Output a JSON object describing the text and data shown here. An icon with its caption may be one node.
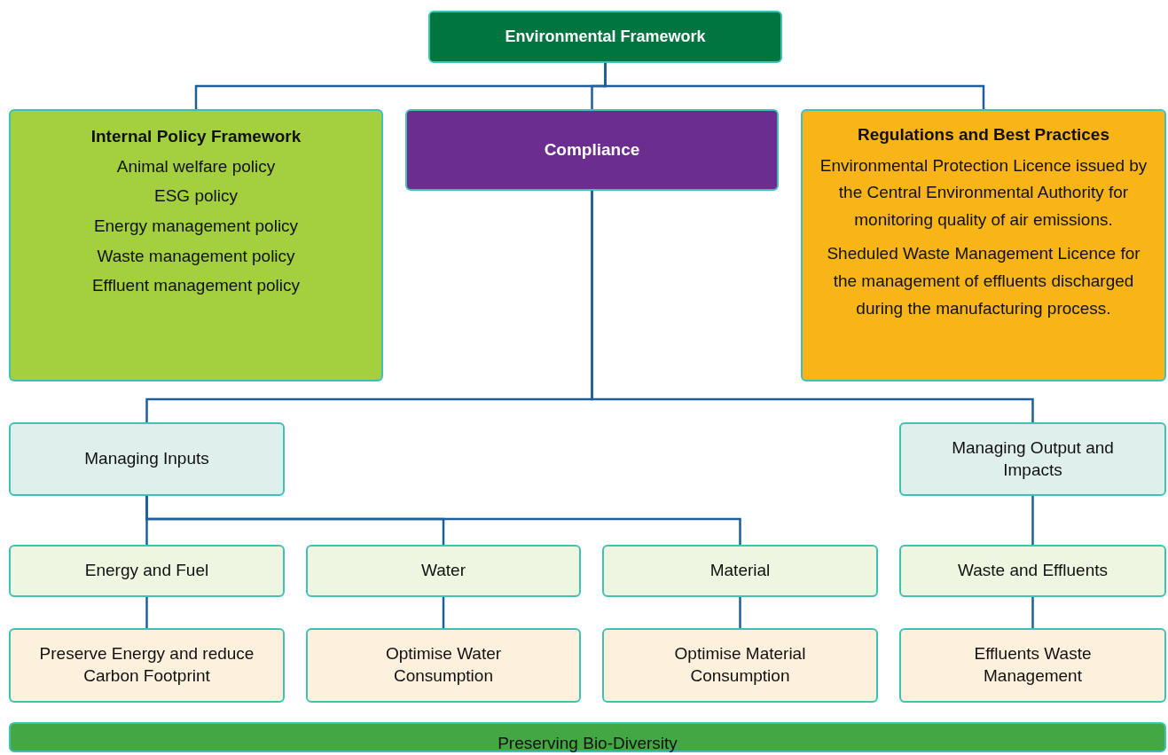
{
  "diagram": {
    "nodes": [
      {
        "text": [
          "Environmental Framework"
        ]
      },
      {
        "text": [
          "Internal Policy Framework",
          "Animal welfare policy",
          "ESG policy",
          "Energy management policy",
          "Waste management policy",
          "Effluent management policy"
        ]
      },
      {
        "text": [
          "Compliance"
        ]
      },
      {
        "text": [
          "Regulations and Best Practices",
          "Environmental Protection Licence issued by the Central Environmental Authority for monitoring quality of air emissions.",
          "Sheduled Waste Management Licence for the management of effluents discharged during the manufacturing process."
        ]
      },
      {
        "text": [
          "Managing Inputs"
        ]
      },
      {
        "text": [
          "Managing Output and Impacts"
        ]
      },
      {
        "text": [
          "Energy and Fuel"
        ]
      },
      {
        "text": [
          "Water"
        ]
      },
      {
        "text": [
          "Material"
        ]
      },
      {
        "text": [
          "Waste and Effluents"
        ]
      },
      {
        "text": [
          "Preserve Energy and reduce Carbon Footprint"
        ]
      },
      {
        "text": [
          "Optimise Water Consumption"
        ]
      },
      {
        "text": [
          "Optimise Material Consumption"
        ]
      },
      {
        "text": [
          "Effluents Waste Management"
        ]
      },
      {
        "text": [
          "Preserving Bio-Diversity"
        ]
      }
    ],
    "edges": [
      {
        "from": 0,
        "to": 1,
        "arrow": "none"
      },
      {
        "from": 0,
        "to": 2,
        "arrow": "none"
      },
      {
        "from": 0,
        "to": 3,
        "arrow": "none"
      },
      {
        "from": 2,
        "to": 4,
        "arrow": "none"
      },
      {
        "from": 2,
        "to": 5,
        "arrow": "none"
      },
      {
        "from": 4,
        "to": 6,
        "arrow": "none"
      },
      {
        "from": 4,
        "to": 7,
        "arrow": "none"
      },
      {
        "from": 4,
        "to": 8,
        "arrow": "none"
      },
      {
        "from": 5,
        "to": 9,
        "arrow": "none"
      },
      {
        "from": 6,
        "to": 10,
        "arrow": "none"
      },
      {
        "from": 7,
        "to": 11,
        "arrow": "none"
      },
      {
        "from": 8,
        "to": 12,
        "arrow": "none"
      },
      {
        "from": 9,
        "to": 13,
        "arrow": "none"
      }
    ]
  }
}
